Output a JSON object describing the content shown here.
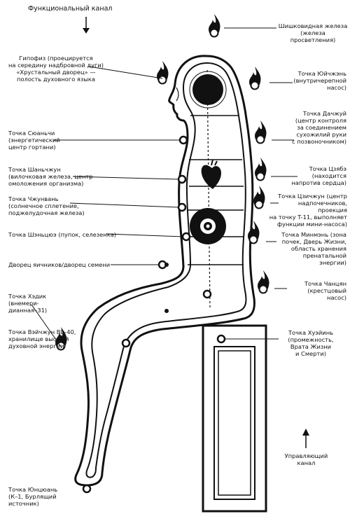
{
  "title": "Функциональный канал",
  "governing_channel": "Управляющий\nканал",
  "labels": {
    "pineal": "Шишковидная железа\n(железа просветления)",
    "pituitary": "Гипофиз (проецируется\nна середину надбровной дуги)\n«Хрустальный дворец» —\nполость духовного языка",
    "yuzhen": "Точка Юйчжэнь\n(внутричерепной\nнасос)",
    "dazhui": "Точка Дачжуй\n(центр контроля\nза соединением\nсухожилий руки\nс позвоночником)",
    "xuanji": "Точка Сюаньчи\n(энергетический\nцентр гортани)",
    "jiaji": "Точка Цзябэ\n(находится\nнапротив сердца)",
    "shanzhong": "Точка Шаньчжун\n(вилочковая железа, центр\nомоложения организма)",
    "jizhong": "Точка Цзичжун (центр\nнадпочечников, проекция\nна точку T-11, выполняет\nфункции мини-насоса)",
    "zhongwan": "Точка Чжунвань\n(солнечное сплетение,\nподжелудочная железа)",
    "mingmen": "Точка Минмэнь (зона\nпочек, Дверь Жизни,\nобласть хранения\nпренатальной энергии)",
    "shenque": "Точка Шэньцюэ (пупок, селезенка)",
    "ovary": "Дворец яичников/дворец семени",
    "haidi": "Точка Хэдик\n(внемери-\nдианная–31)",
    "changqiang": "Точка Чанцян\n(крестцовый\nнасос)",
    "weizhong": "Точка Вэйчжун BL–40,\nхранилище высшей\nдуховной энергии",
    "huiyin": "Точка Хуэйинь\n(промежность,\nВрата Жизни\nи Смерти)",
    "yongquan": "Точка Юнцюань\n(К–1, Бурлящий\nисточник)"
  }
}
